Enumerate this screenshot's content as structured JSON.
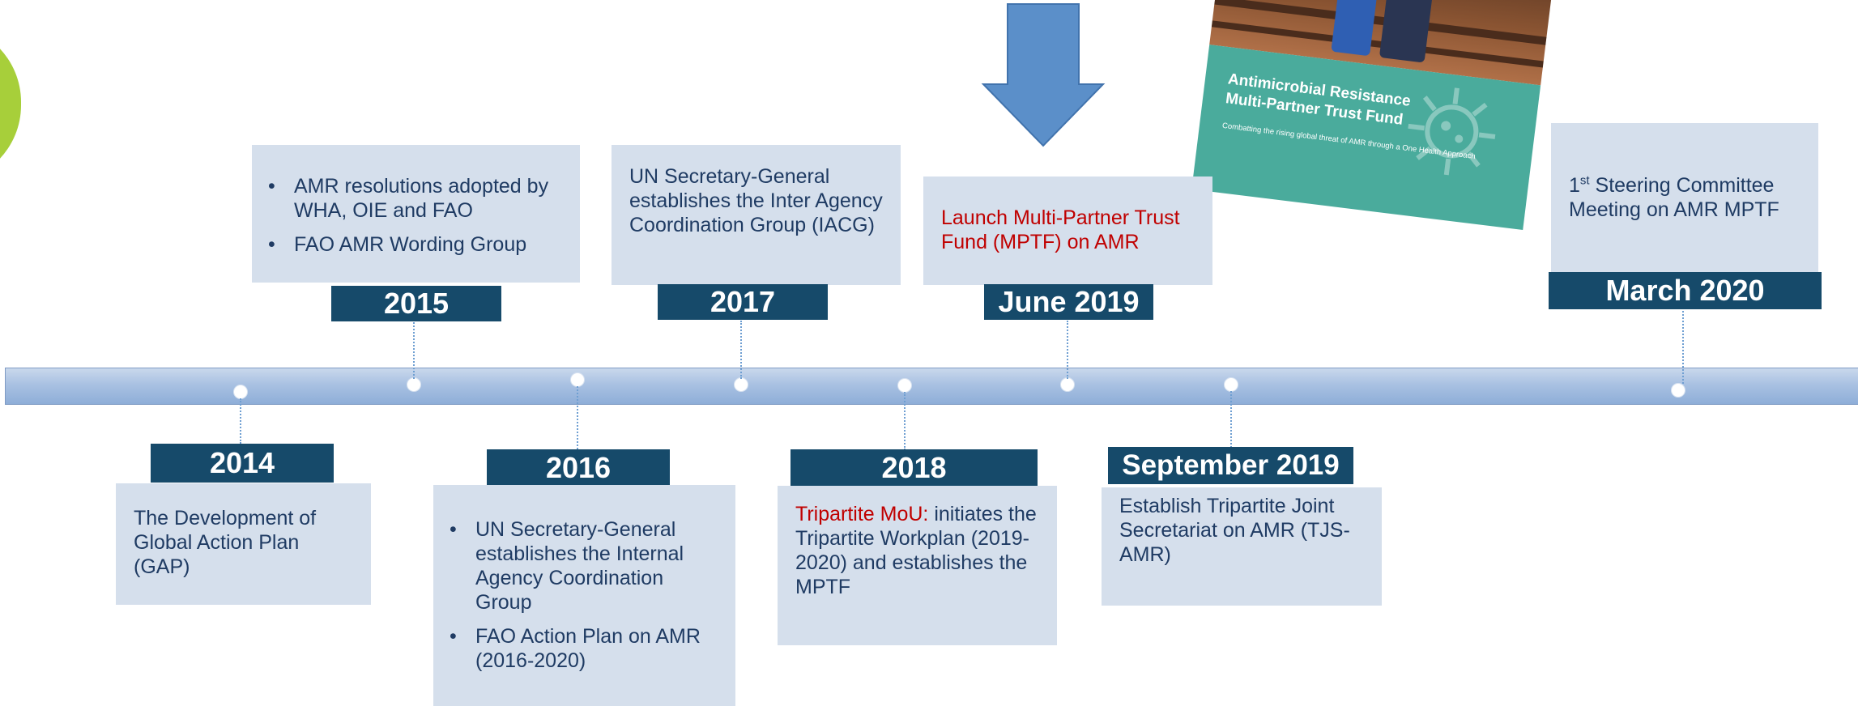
{
  "events": {
    "y2014": {
      "year": "2014",
      "text": "The Development of Global Action Plan (GAP)"
    },
    "y2015": {
      "year": "2015",
      "bullets": [
        "AMR resolutions adopted by WHA, OIE and FAO",
        "FAO AMR Wording Group"
      ]
    },
    "y2016": {
      "year": "2016",
      "bullets": [
        "UN Secretary-General establishes the Internal Agency Coordination Group",
        "FAO Action Plan on AMR (2016-2020)"
      ]
    },
    "y2017": {
      "year": "2017",
      "text": "UN Secretary-General establishes the Inter Agency Coordination Group  (IACG)"
    },
    "y2018": {
      "year": "2018",
      "highlight": "Tripartite MoU:",
      "text": " initiates the Tripartite Workplan (2019-2020) and establishes the MPTF"
    },
    "june2019": {
      "year": "June 2019",
      "text": "Launch Multi-Partner Trust Fund (MPTF) on AMR"
    },
    "sep2019": {
      "year": "September 2019",
      "text": "Establish Tripartite Joint Secretariat on AMR (TJS-AMR)"
    },
    "mar2020": {
      "year": "March 2020",
      "text_pre": "1",
      "text_sup": "st",
      "text_post": " Steering Committee Meeting on AMR MPTF"
    }
  },
  "cover": {
    "title": "Antimicrobial Resistance Multi-Partner Trust Fund",
    "subtitle": "Combatting the rising global threat of AMR through a One Health Approach"
  },
  "colors": {
    "year_label_bg": "#164a6a",
    "box_bg": "#d5dfec",
    "box_text": "#1f3b63",
    "highlight_red": "#c00000",
    "arrow": "#5b8fc9",
    "cover_teal": "#4aab9c",
    "accent_green": "#a7cf3a"
  },
  "icons": [
    "down-arrow-icon",
    "virus-icon",
    "timeline-dot"
  ]
}
